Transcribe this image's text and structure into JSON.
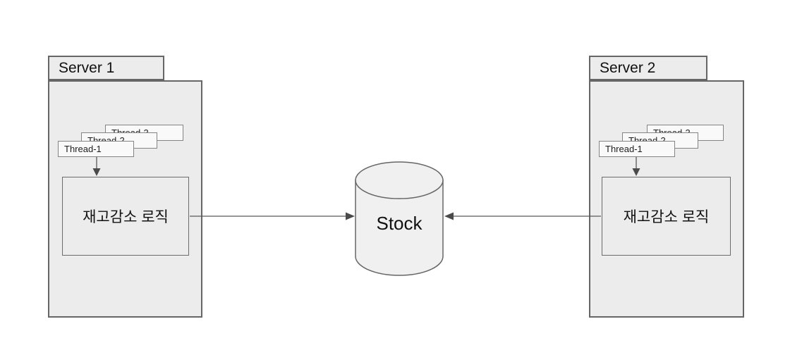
{
  "servers": [
    {
      "title": "Server 1",
      "threads": [
        "Thread-3",
        "Thread-2",
        "Thread-1"
      ],
      "logic_label": "재고감소 로직"
    },
    {
      "title": "Server 2",
      "threads": [
        "Thread-3",
        "Thread-2",
        "Thread-1"
      ],
      "logic_label": "재고감소 로직"
    }
  ],
  "database": {
    "label": "Stock"
  },
  "colors": {
    "shape_fill": "#ececec",
    "thread_fill": "#f9f9f9",
    "cylinder_fill": "#f0f0f0",
    "shape_border": "#666666",
    "connector_line": "#595959",
    "arrowhead": "#4a4a4a",
    "text": "#111111"
  }
}
